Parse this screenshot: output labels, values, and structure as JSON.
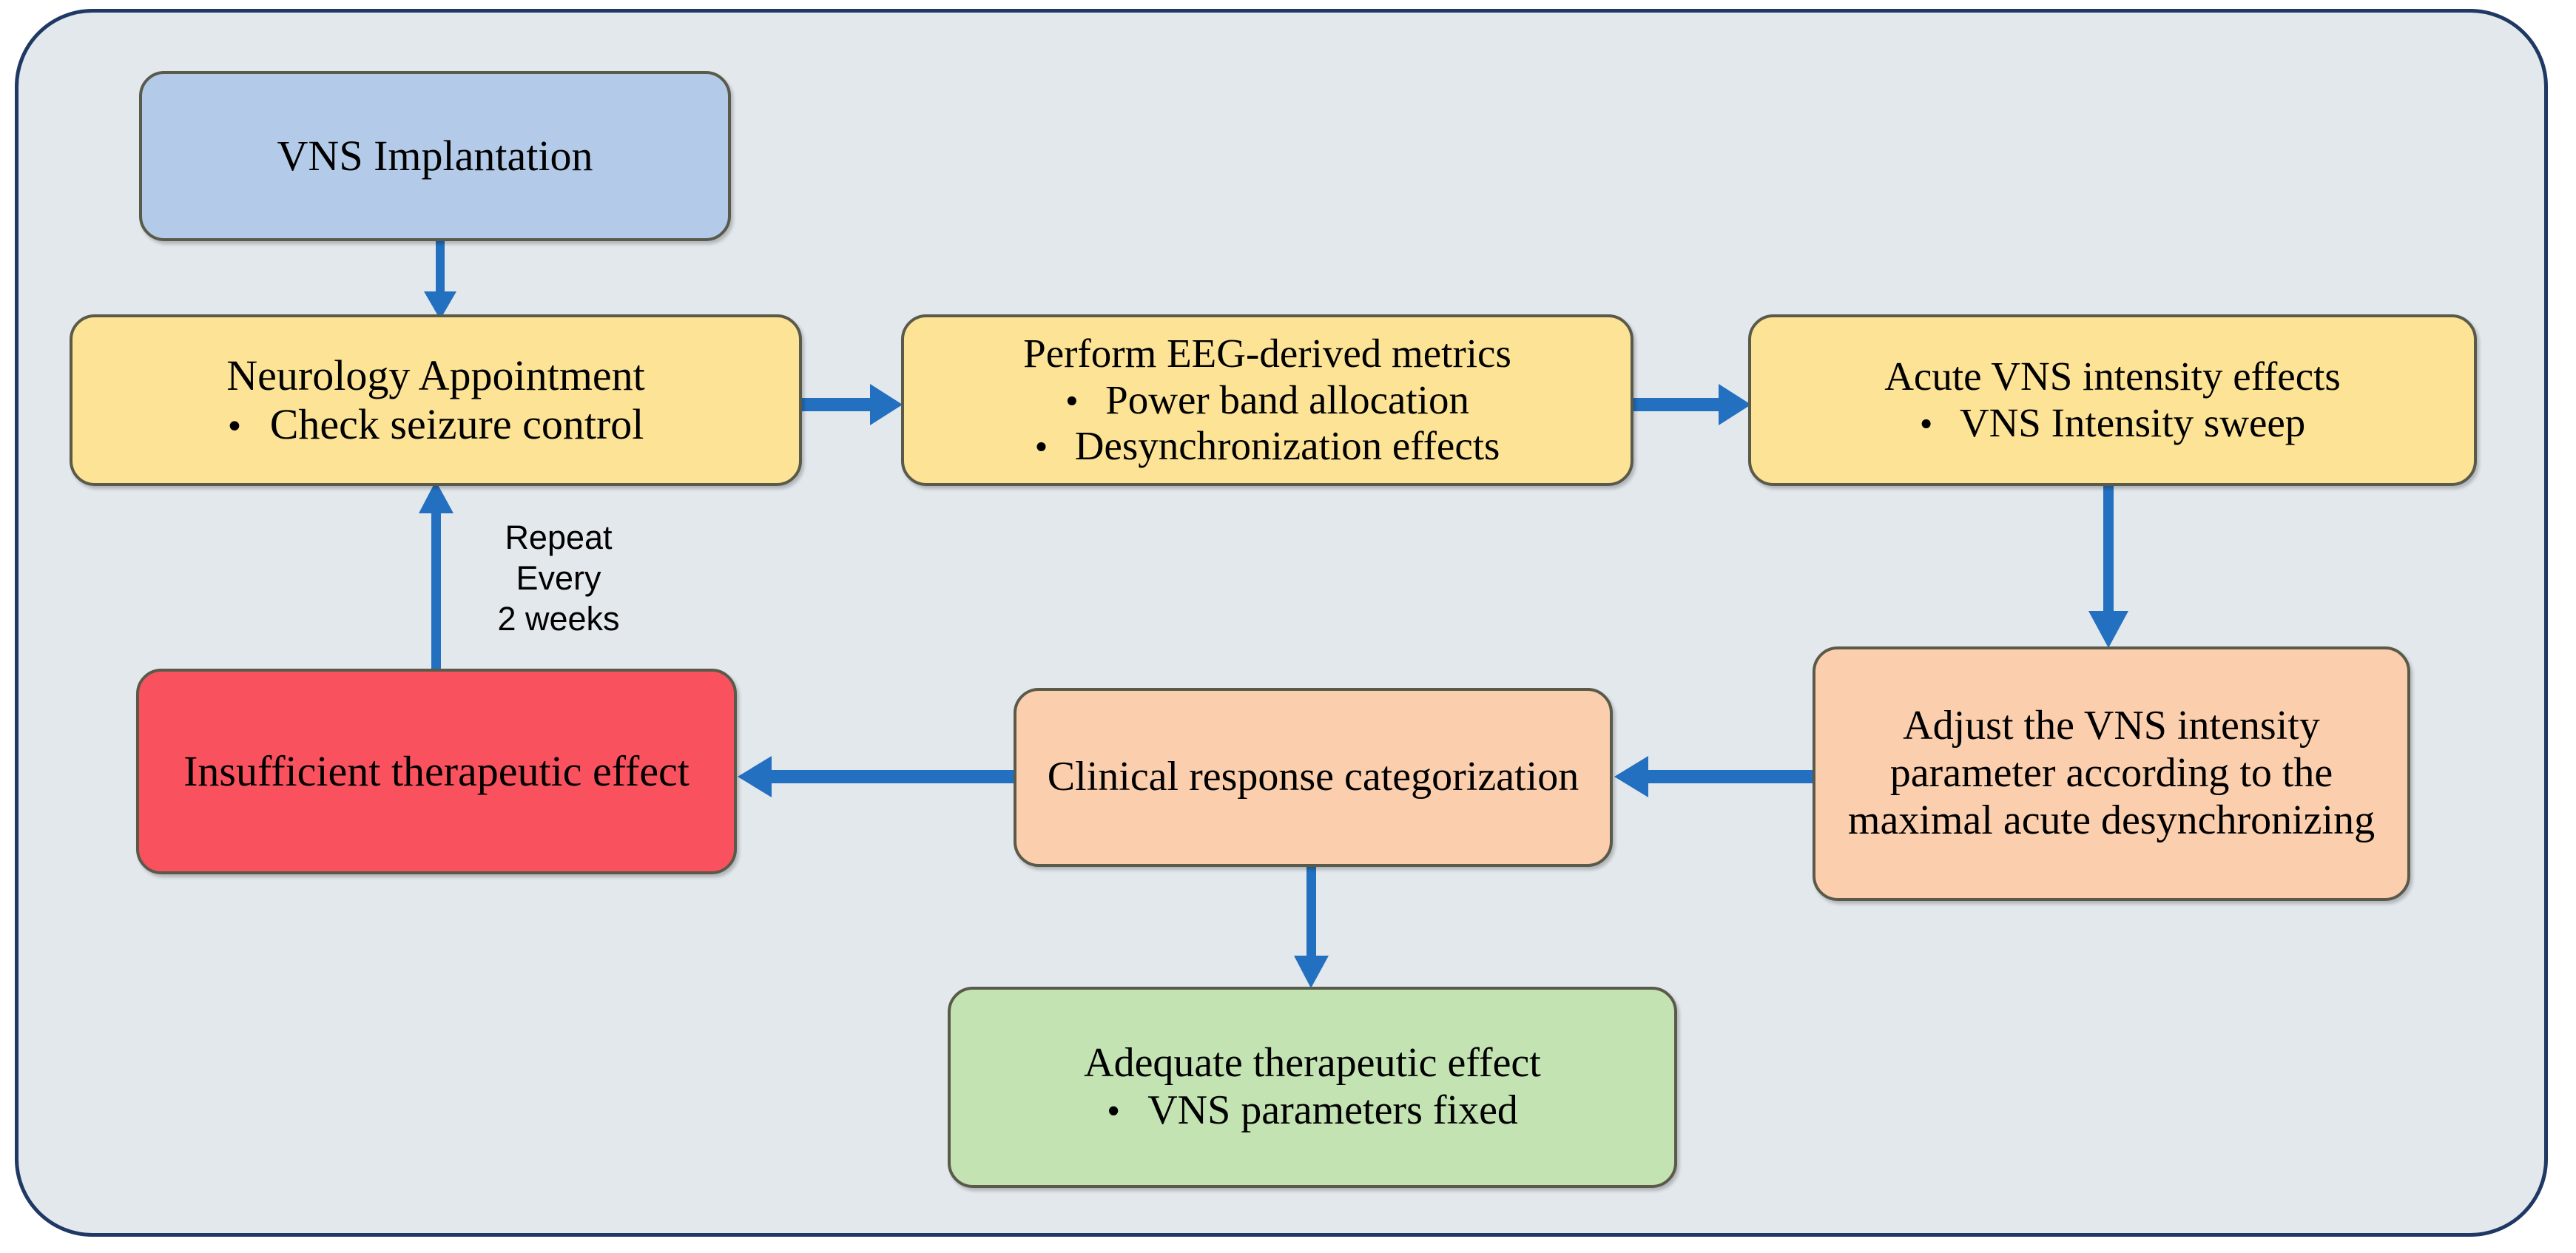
{
  "diagram": {
    "title": "VNS therapy titration workflow",
    "colors": {
      "canvas_background": "#e3e8ed",
      "container_border": "#1f3864",
      "arrow": "#2470c0",
      "node_blue": "#b3cbe8",
      "node_yellow": "#fce395",
      "node_peach": "#fbcfad",
      "node_red": "#f9525e",
      "node_green": "#c3e3b3",
      "node_border": "#5a5a4a",
      "text": "#000000"
    },
    "nodes": {
      "vns_implantation": {
        "title": "VNS Implantation",
        "bullets": []
      },
      "neurology_appointment": {
        "title": "Neurology Appointment",
        "bullets": [
          "Check seizure control"
        ]
      },
      "eeg_metrics": {
        "title": "Perform EEG-derived metrics",
        "bullets": [
          "Power band allocation",
          "Desynchronization effects"
        ]
      },
      "acute_vns": {
        "title": "Acute VNS intensity effects",
        "bullets": [
          "VNS Intensity sweep"
        ]
      },
      "adjust_vns": {
        "title": "Adjust the VNS intensity parameter according to the maximal acute desynchronizing",
        "bullets": []
      },
      "clinical_response": {
        "title": "Clinical response categorization",
        "bullets": []
      },
      "insufficient_effect": {
        "title": "Insufficient therapeutic effect",
        "bullets": []
      },
      "adequate_effect": {
        "title": "Adequate therapeutic effect",
        "bullets": [
          "VNS parameters fixed"
        ]
      }
    },
    "edge_labels": {
      "repeat_cycle": "Repeat\nEvery\n2 weeks"
    },
    "bullet_glyph": "•"
  }
}
